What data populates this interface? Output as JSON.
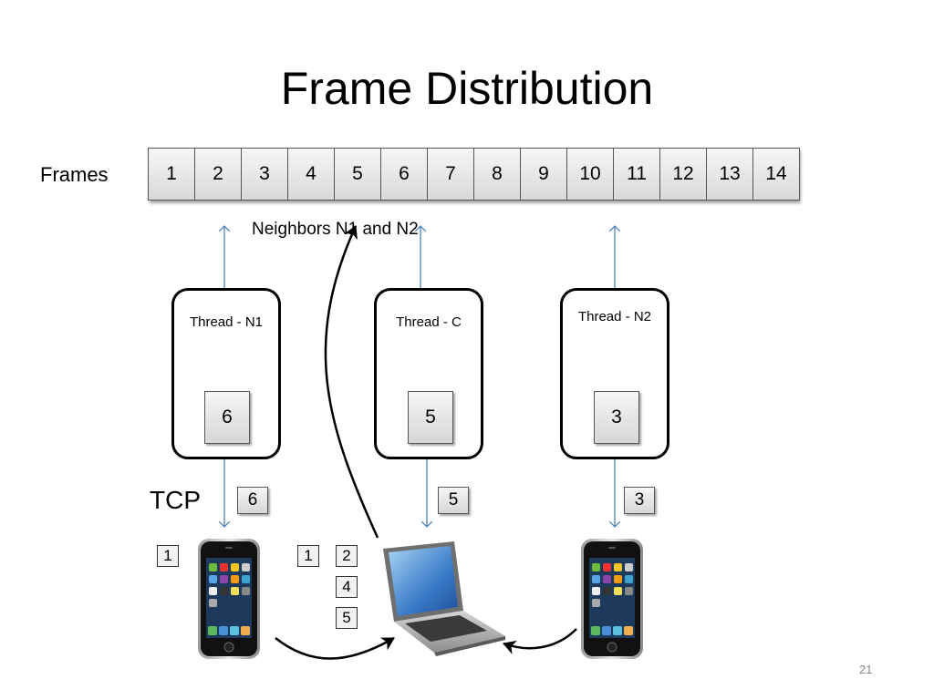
{
  "slide": {
    "title": "Frame Distribution",
    "frames_label": "Frames",
    "frames": [
      "1",
      "2",
      "3",
      "4",
      "5",
      "6",
      "7",
      "8",
      "9",
      "10",
      "11",
      "12",
      "13",
      "14"
    ],
    "neighbors_label": "Neighbors N1 and N2",
    "threads": [
      {
        "label": "Thread - N1",
        "frame": "6"
      },
      {
        "label": "Thread - C",
        "frame": "5"
      },
      {
        "label": "Thread - N2",
        "frame": "3"
      }
    ],
    "tcp_label": "TCP",
    "tcp_frames": [
      "6",
      "5",
      "3"
    ],
    "phone_left_frames": [
      "1"
    ],
    "laptop_frames": [
      "1",
      "2",
      "4",
      "5"
    ],
    "page_number": "21"
  },
  "colors": {
    "connector_blue": "#4f81bd",
    "frame_fill_top": "#f6f6f6",
    "frame_fill_bottom": "#d9d9d9"
  },
  "icons": [
    "smartphone-icon",
    "laptop-icon",
    "smartphone-icon"
  ]
}
